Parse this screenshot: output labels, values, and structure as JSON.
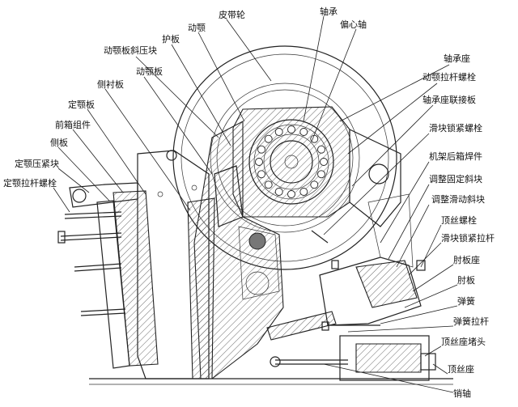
{
  "labels": {
    "pidailun": "皮带轮",
    "dongge": "动颚",
    "zhoucheng": "轴承",
    "pianxinzhou": "偏心轴",
    "dongebanxieyakuai": "动颚板斜压块",
    "huban": "护板",
    "dongeban": "动颚板",
    "cechenban": "侧衬板",
    "dingeban": "定颚板",
    "qianxiangzujian": "前箱组件",
    "ceban": "侧板",
    "dingeyajinkuai": "定颚压紧块",
    "dingelaganluoshuan": "定颚拉杆螺栓",
    "zhouchengzuo": "轴承座",
    "donggelaganluoshuan": "动颚拉杆螺栓",
    "zhouchengzuolianjieban": "轴承座联接板",
    "huakuaisuojinluoshuan": "滑块锁紧螺栓",
    "jijiahouxianghanjiejian": "机架后箱焊件",
    "tiaozhengguding": "调整固定斜块",
    "tiaozhenghuadong": "调整滑动斜块",
    "dingsiluoshuan": "顶丝螺栓",
    "huakuaisuojinlagan": "滑块锁紧拉杆",
    "zhoubanzuo": "肘板座",
    "zhouban": "肘板",
    "tanhuang": "弹簧",
    "tanhuanglagan": "弹簧拉杆",
    "dingsizuoduntou": "顶丝座堵头",
    "dingsizuo": "顶丝座",
    "xiaozhou": "销轴"
  }
}
